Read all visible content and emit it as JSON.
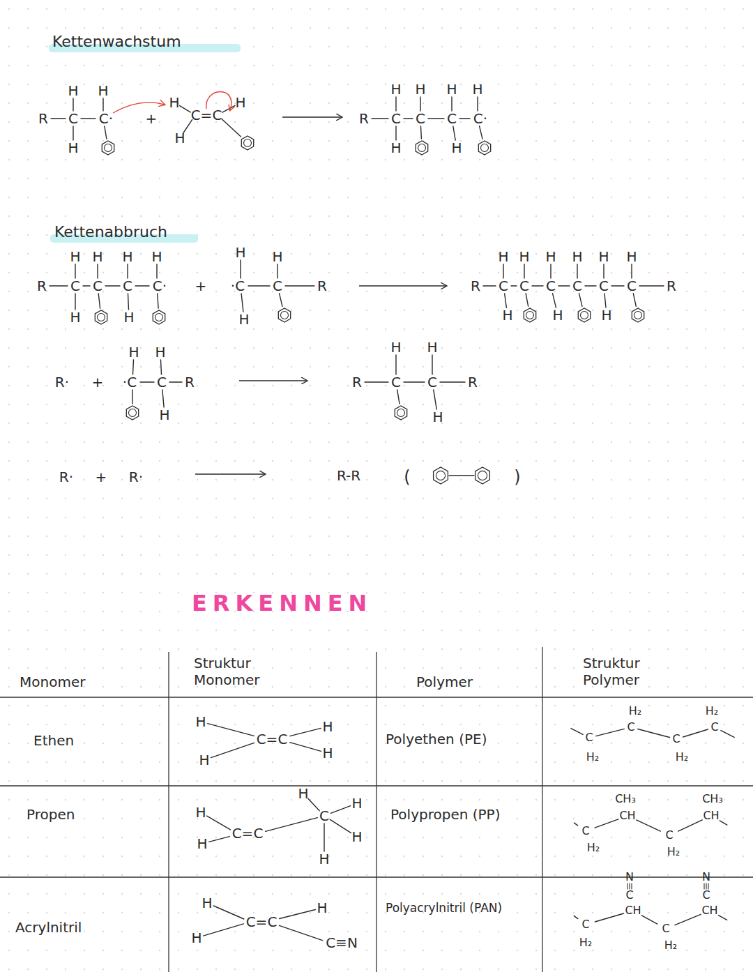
{
  "diagram": {
    "labels": [
      "Kettenwachstum",
      "H",
      "H",
      "R",
      "C",
      "C·",
      "H",
      "+",
      "H",
      "C=C",
      "H",
      "H",
      "H",
      "H",
      "H",
      "H",
      "R",
      "C",
      "C",
      "C",
      "C·",
      "H",
      "H",
      "Kettenabbruch",
      "H",
      "H",
      "H",
      "H",
      "R",
      "C",
      "C",
      "C",
      "C·",
      "H",
      "H",
      "+",
      "H",
      "H",
      "·C",
      "C",
      "R",
      "H",
      "H",
      "H",
      "H",
      "H",
      "H",
      "H",
      "R",
      "C",
      "C",
      "C",
      "C",
      "C",
      "C",
      "R",
      "H",
      "H",
      "H",
      "R·",
      "+",
      "H",
      "H",
      "·C",
      "C",
      "R",
      "H",
      "H",
      "H",
      "R",
      "C",
      "C",
      "R",
      "H",
      "R·",
      "+",
      "R·",
      "R-R",
      "(",
      ")",
      "ERKENNEN",
      "Monomer",
      "Struktur Monomer",
      "Polymer",
      "Struktur Polymer",
      "Ethen",
      "H",
      "H",
      "C=C",
      "H",
      "H",
      "Polyethen (PE)",
      "C",
      "H₂",
      "H₂",
      "C",
      "C",
      "H₂",
      "H₂",
      "C",
      "Propen",
      "H",
      "H",
      "C=C",
      "H",
      "C",
      "H",
      "H",
      "H",
      "Polypropen (PP)",
      "CH₃",
      "CH",
      "C",
      "H₂",
      "CH₃",
      "CH",
      "C",
      "H₂",
      "Acrylnitril",
      "H",
      "H",
      "C=C",
      "H",
      "C≡N",
      "Polyacrylnitril (PAN)",
      "N",
      "C",
      "CH",
      "C",
      "H₂",
      "N",
      "C",
      "CH",
      "C",
      "H₂"
    ]
  }
}
